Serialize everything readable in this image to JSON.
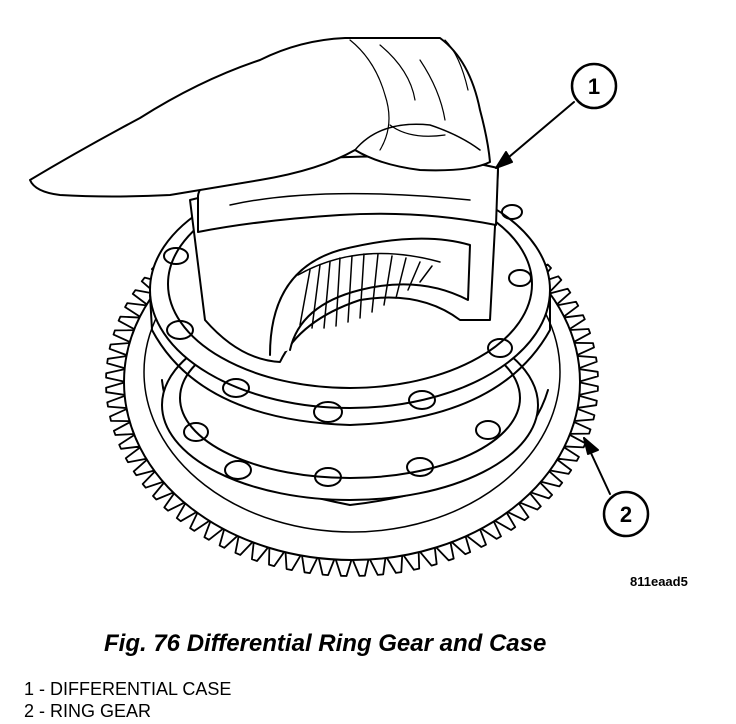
{
  "figure": {
    "callouts": [
      {
        "number": "1"
      },
      {
        "number": "2"
      }
    ],
    "reference_code": "811eaad5"
  },
  "caption": "Fig. 76 Differential Ring Gear and Case",
  "legend": [
    {
      "text": "1 - DIFFERENTIAL CASE"
    },
    {
      "text": "2 - RING GEAR"
    }
  ]
}
